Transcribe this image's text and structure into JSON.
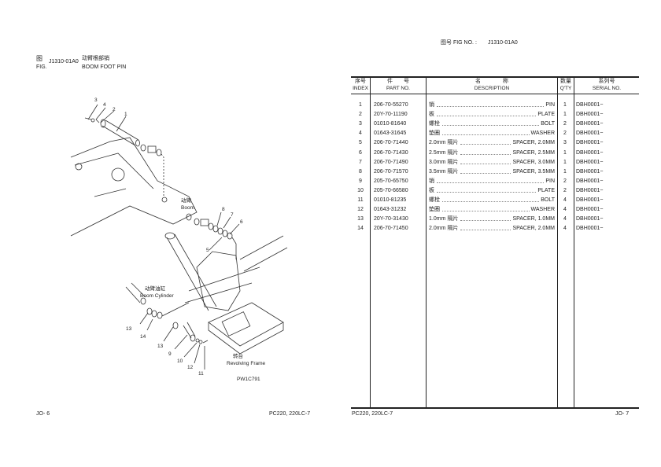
{
  "left_page": {
    "fig_label_cn": "图",
    "fig_label_en": "FIG.",
    "fig_number": "J1310-01A0",
    "title_cn": "动臂根部销",
    "title_en": "BOOM FOOT PIN",
    "diagram": {
      "callouts": [
        "1",
        "2",
        "3",
        "4",
        "5",
        "6",
        "7",
        "8",
        "9",
        "10",
        "11",
        "12",
        "13",
        "13",
        "14"
      ],
      "boom_label_cn": "动臂",
      "boom_label_en": "Boom",
      "cylinder_label_cn": "动臂油缸",
      "cylinder_label_en": "Boom Cylinder",
      "frame_label_cn": "转台",
      "frame_label_en": "Revolving Frame",
      "drawing_code": "PW1C791"
    },
    "footer_page": "JO- 6",
    "footer_model": "PC220, 220LC-7"
  },
  "right_page": {
    "fig_no_label": "图号  FIG NO.  :",
    "fig_no": "J1310-01A0",
    "headers": {
      "index_cn": "序号",
      "index_en": "INDEX",
      "part_cn": "件　　号",
      "part_en": "PART NO.",
      "desc_cn": "名　　　　称",
      "desc_en": "DESCRIPTION",
      "qty_cn": "数量",
      "qty_en": "Q'TY",
      "serial_cn": "系列号",
      "serial_en": "SERIAL NO."
    },
    "rows": [
      {
        "index": "1",
        "part": "206-70-55270",
        "cn": "销",
        "en": "PIN",
        "qty": "1",
        "serial": "DBH0001~"
      },
      {
        "index": "2",
        "part": "20Y-70-11190",
        "cn": "板",
        "en": "PLATE",
        "qty": "1",
        "serial": "DBH0001~"
      },
      {
        "index": "3",
        "part": "01010-81640",
        "cn": "螺栓",
        "en": "BOLT",
        "qty": "2",
        "serial": "DBH0001~"
      },
      {
        "index": "4",
        "part": "01643-31645",
        "cn": "垫圈",
        "en": "WASHER",
        "qty": "2",
        "serial": "DBH0001~"
      },
      {
        "index": "5",
        "part": "206-70-71440",
        "cn": "2.0mm 隔片",
        "en": "SPACER, 2.0MM",
        "qty": "3",
        "serial": "DBH0001~"
      },
      {
        "index": "6",
        "part": "206-70-71430",
        "cn": "2.5mm 隔片",
        "en": "SPACER, 2.5MM",
        "qty": "1",
        "serial": "DBH0001~"
      },
      {
        "index": "7",
        "part": "206-70-71490",
        "cn": "3.0mm 隔片",
        "en": "SPACER, 3.0MM",
        "qty": "1",
        "serial": "DBH0001~"
      },
      {
        "index": "8",
        "part": "206-70-71570",
        "cn": "3.5mm 隔片",
        "en": "SPACER, 3.5MM",
        "qty": "1",
        "serial": "DBH0001~"
      },
      {
        "index": "9",
        "part": "205-70-65750",
        "cn": "销",
        "en": "PIN",
        "qty": "2",
        "serial": "DBH0001~"
      },
      {
        "index": "10",
        "part": "205-70-66580",
        "cn": "板",
        "en": "PLATE",
        "qty": "2",
        "serial": "DBH0001~"
      },
      {
        "index": "11",
        "part": "01010-81235",
        "cn": "螺栓",
        "en": "BOLT",
        "qty": "4",
        "serial": "DBH0001~"
      },
      {
        "index": "12",
        "part": "01643-31232",
        "cn": "垫圈",
        "en": "WASHER",
        "qty": "4",
        "serial": "DBH0001~"
      },
      {
        "index": "13",
        "part": "20Y-70-31430",
        "cn": "1.0mm 隔片",
        "en": "SPACER, 1.0MM",
        "qty": "4",
        "serial": "DBH0001~"
      },
      {
        "index": "14",
        "part": "206-70-71450",
        "cn": "2.0mm 隔片",
        "en": "SPACER, 2.0MM",
        "qty": "4",
        "serial": "DBH0001~"
      }
    ],
    "footer_model": "PC220, 220LC-7",
    "footer_page": "JO- 7"
  }
}
